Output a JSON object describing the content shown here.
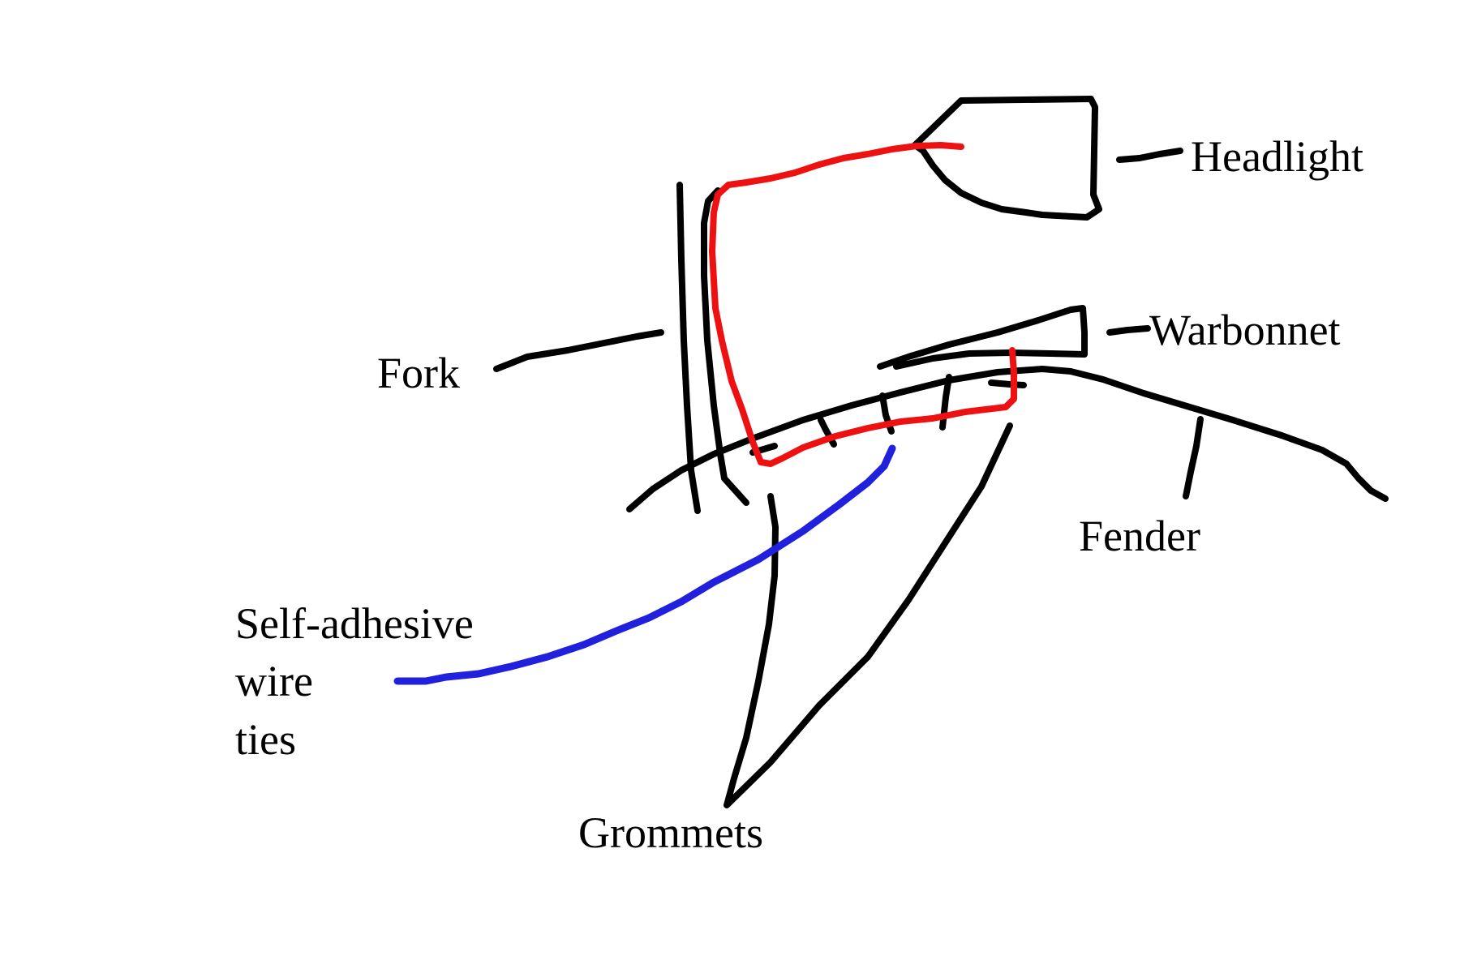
{
  "labels": {
    "headlight": "Headlight",
    "warbonnet": "Warbonnet",
    "fork": "Fork",
    "fender": "Fender",
    "self_adhesive_line1": "Self-adhesive",
    "self_adhesive_line2": "wire",
    "self_adhesive_line3": "ties",
    "grommets": "Grommets"
  },
  "colors": {
    "outline": "#000000",
    "wire": "#ee1111",
    "tie_pointer": "#2020dd",
    "background": "#ffffff"
  }
}
